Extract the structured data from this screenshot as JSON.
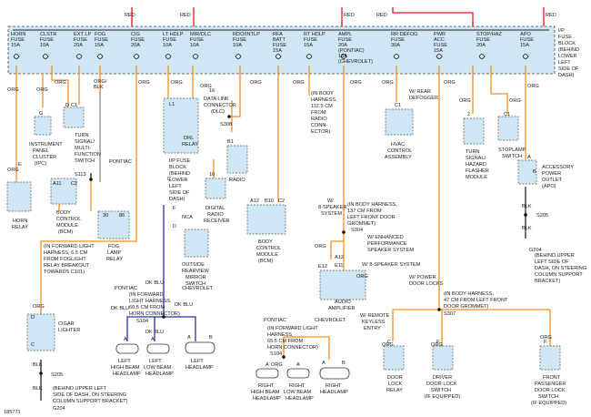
{
  "wire_colors": {
    "red": "#e0141e",
    "org": "#f39019",
    "dk_blu": "#2233aa",
    "blk": "#222222",
    "component_fill": "#cfe6f4"
  },
  "top_labels": {
    "red1": "RED",
    "red2": "RED",
    "red3": "RED",
    "red4": "RED",
    "red5": "RED"
  },
  "fuse_block_label": [
    "I/P",
    "FUSE",
    "BLOCK",
    "(BEHIND",
    "LOWER",
    "LEFT",
    "SIDE OF",
    "DASH)"
  ],
  "fuses": [
    {
      "l1": "HORN",
      "l2": "FUSE",
      "l3": "15A"
    },
    {
      "l1": "CLSTR",
      "l2": "FUSE",
      "l3": "10A"
    },
    {
      "l1": "EXT LP",
      "l2": "FUSE",
      "l3": "20A"
    },
    {
      "l1": "FOG",
      "l2": "FUSE",
      "l3": "15A"
    },
    {
      "l1": "CIG",
      "l2": "FUSE",
      "l3": "20A"
    },
    {
      "l1": "LT HDLP",
      "l2": "FUSE",
      "l3": "10A"
    },
    {
      "l1": "MIR/DLC",
      "l2": "FUSE",
      "l3": "10A"
    },
    {
      "l1": "RDO/INTLP",
      "l2": "FUSE",
      "l3": "10A"
    },
    {
      "l1": "RFA",
      "l2": "BATT",
      "l3": "FUSE",
      "l4": "15A"
    },
    {
      "l1": "RT HDLP",
      "l2": "FUSE",
      "l3": "15A"
    },
    {
      "l1": "AMPL",
      "l2": "FUSE",
      "l3": "20A",
      "l4": "(PONTIAC)",
      "l5": "10A",
      "l6": "(CHEVROLET)"
    },
    {
      "l1": "RR DEFOG",
      "l2": "FUSE",
      "l3": "30A"
    },
    {
      "l1": "PWR",
      "l2": "ACC",
      "l3": "FUSE",
      "l4": "15A"
    },
    {
      "l1": "STOP/HAZ",
      "l2": "FUSE",
      "l3": "20A"
    },
    {
      "l1": "APO",
      "l2": "FUSE",
      "l3": "15A"
    }
  ],
  "wire_labels": {
    "org": "ORG",
    "blk": "BLK",
    "dkblu": "DK BLU",
    "orgblk": "ORG/",
    "orgblk2": "BLK"
  },
  "components": {
    "horn_relay": [
      "HORN",
      "RELAY"
    ],
    "ipc": [
      "INSTRUMENT",
      "PANEL",
      "CLUSTER",
      "(IPC)"
    ],
    "turn_switch": [
      "TURN",
      "SIGNAL/",
      "MULTI-",
      "FUNCTION",
      "SWITCH"
    ],
    "bcm1": [
      "BODY",
      "CONTROL",
      "MODULE",
      "(BCM)"
    ],
    "fog_relay": [
      "FOG",
      "LAMP",
      "RELAY"
    ],
    "drl_relay": [
      "DRL",
      "RELAY"
    ],
    "ip_fuse_note": [
      "I/P FUSE",
      "BLOCK",
      "(BEHIND",
      "LOWER",
      "LEFT",
      "SIDE OF",
      "DASH)"
    ],
    "dlc": [
      "DATA LINK",
      "CONNECTOR",
      "(DLC)"
    ],
    "digital_radio": [
      "DIGITAL",
      "RADIO",
      "RECEIVER"
    ],
    "radio": [
      "RADIO"
    ],
    "mirror": [
      "OUTSIDE",
      "REARVIEW",
      "MIRROR",
      "SWITCH"
    ],
    "bcm2": [
      "BODY",
      "CONTROL",
      "MODULE",
      "(BCM)"
    ],
    "hvac": [
      "HVAC",
      "CONTROL",
      "ASSEMBLY"
    ],
    "flasher": [
      "TURN",
      "SIGNAL/",
      "HAZARD",
      "FLASHER",
      "MODULE"
    ],
    "stoplamp": [
      "STOPLAMP",
      "SWITCH"
    ],
    "apo": [
      "ACCESSORY",
      "POWER",
      "OUTLET",
      "(APO)"
    ],
    "audio_amp": [
      "AUDIO",
      "AMPLIFIER"
    ],
    "cigar": [
      "CIGAR",
      "LIGHTER"
    ],
    "lf_high": [
      "LEFT",
      "HIGH BEAM",
      "HEADLAMP"
    ],
    "lf_low": [
      "LEFT",
      "LOW BEAM",
      "HEADLAMP"
    ],
    "lf_head": [
      "LEFT",
      "HEADLAMP"
    ],
    "rt_high": [
      "RIGHT",
      "HIGH BEAM",
      "HEADLAMP"
    ],
    "rt_low": [
      "RIGHT",
      "LOW BEAM",
      "HEADLAMP"
    ],
    "rt_head": [
      "RIGHT",
      "HEADLAMP"
    ],
    "door_lock_relay": [
      "DOOR",
      "LOCK",
      "RELAY"
    ],
    "driver_switch": [
      "DRIVER",
      "DOOR LOCK",
      "SWITCH",
      "(IF EQUIPPED)"
    ],
    "pass_switch": [
      "FRONT",
      "PASSENGER",
      "DOOR LOCK",
      "SWITCH",
      "(IF EQUIPPED)"
    ]
  },
  "notes": {
    "in_body_112": [
      "(IN BODY",
      "HARNESS,",
      "112.5 CM",
      "FROM",
      "RADIO",
      "CONN-",
      "ECTOR)"
    ],
    "in_body_137": [
      "(IN BODY HARNESS,",
      "137 CM FROM",
      "LEFT FRONT DOOR",
      "GROMMET)"
    ],
    "forward_fog": [
      "(IN FORWARD LIGHT",
      "HARNESS, 6.5 CM",
      "FROM FOGLIGHT",
      "RELAY BREAKOUT",
      "TOWARDS C101)"
    ],
    "forward_horn_l": [
      "(IN FORWARD",
      "LIGHT HARNESS,",
      "60.5 CM FROM",
      "HORN CONNECTOR)"
    ],
    "forward_horn_r": [
      "(IN FORWARD LIGHT",
      "HARNESS,",
      "65.5 CM FROM",
      "HORN CONNECTOR)"
    ],
    "in_body_47": [
      "(IN BODY HARNESS,",
      "47 CM FROM LEFT FRONT",
      "DOOR GROMMET)"
    ],
    "g204_l": [
      "(BEHIND UPPER LEFT",
      "SIDE OF DASH, ON STEERING",
      "COLUMN SUPPORT BRACKET)"
    ],
    "g204_r": [
      "(BEHIND UPPER",
      "LEFT SIDE OF",
      "DASH, ON STEERING",
      "COLUMN SUPPORT",
      "BRACKET)"
    ],
    "w_rear_defog": [
      "W/ REAR",
      "DEFOGGER"
    ],
    "w_8spk": [
      "W/",
      "8-SPEAKER",
      "SYSTEM"
    ],
    "w_enh": [
      "W/ ENHANCED",
      "PERFORMANCE",
      "SPEAKER SYSTEM"
    ],
    "w_8spk2": "W/ 8-SPEAKER SYSTEM",
    "w_pwr_locks": [
      "W/ POWER",
      "DOOR LOCKS"
    ],
    "w_keyless": [
      "W/ REMOTE",
      "KEYLESS",
      "ENTRY"
    ],
    "pontiac": "PONTIAC",
    "chevrolet": "CHEVROLET"
  },
  "splices": {
    "s113": "S113",
    "s308": "S308",
    "s304a": "S304",
    "s104a": "S104",
    "s104b": "S104",
    "s304b": "S304",
    "s307": "S307",
    "s205a": "S205",
    "s205b": "S205",
    "g204a": "G204",
    "g204b": "G204"
  },
  "pins": {
    "p1": "E",
    "p2": "G",
    "p3": "C1",
    "p4": "D",
    "p5": "A11",
    "p6": "C2",
    "p7": "30",
    "p8": "86",
    "p9": "L1",
    "p10": "F",
    "p11": "C",
    "p12": "D",
    "p13": "NCA",
    "p14": "16",
    "p15": "B1",
    "p16": "16",
    "p17": "A12",
    "p18": "B10",
    "p19": "C2",
    "p20": "C1",
    "p21": "2",
    "p22": "C1",
    "p23": "A",
    "p24": "E12",
    "p25": "A12",
    "p26": "E11",
    "p27": "C",
    "p28": "F",
    "p29": "F",
    "p30": "A",
    "p31": "A",
    "p32": "A",
    "p33": "B",
    "p34": "A",
    "p35": "A",
    "p36": "A",
    "p37": "B",
    "p38": "D",
    "p39": "C",
    "p40": "B"
  },
  "figure_id": "185771"
}
